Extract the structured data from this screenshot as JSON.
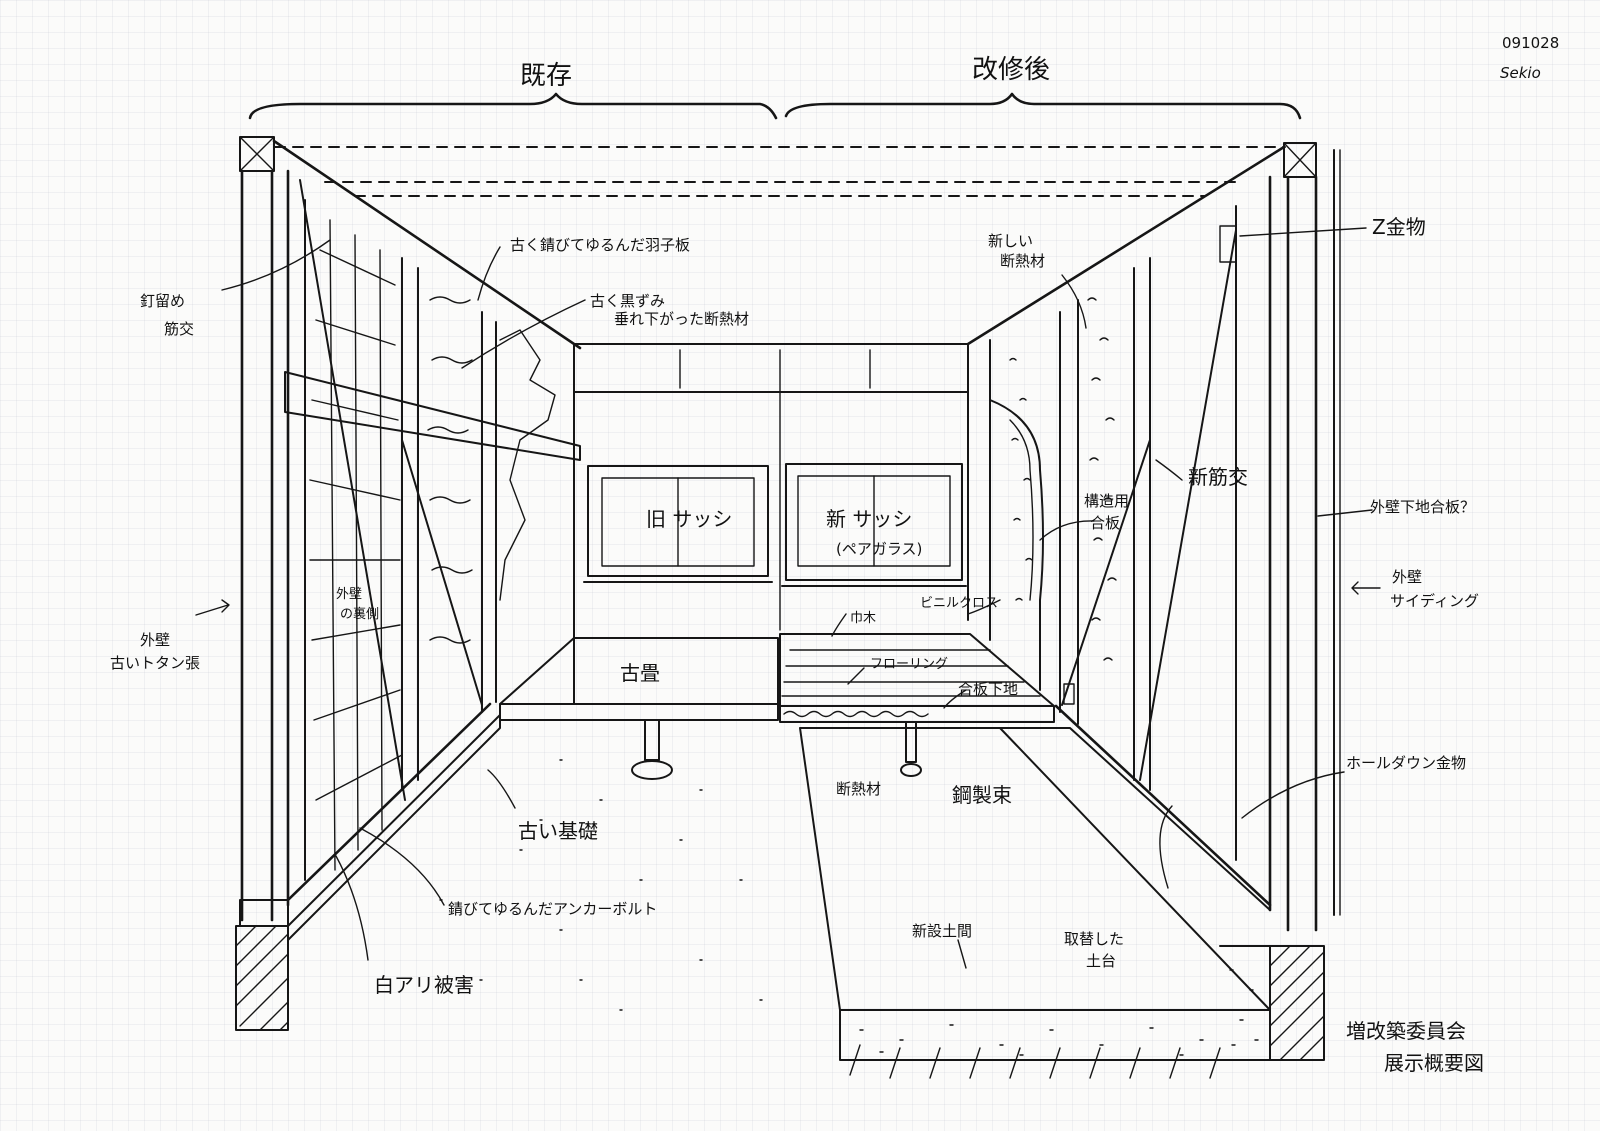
{
  "meta": {
    "date_code": "091028",
    "author": "Sekio"
  },
  "headers": {
    "existing": "既存",
    "renovated": "改修後"
  },
  "labels": {
    "nail_brace": [
      "釘留め",
      "筋交"
    ],
    "old_board": "古く錆びてゆるんだ羽子板",
    "old_insulation": [
      "古く黒ずみ",
      "垂れ下がった断熱材"
    ],
    "exterior_wall_old": [
      "外壁",
      "古いトタン張"
    ],
    "wall_back": [
      "外壁",
      "の裏側"
    ],
    "old_sash": "旧 サッシ",
    "new_sash": [
      "新 サッシ",
      "(ペアガラス)"
    ],
    "old_tatami": "古畳",
    "old_foundation": "古い基礎",
    "rusted_anchor": "錆びてゆるんだアンカーボルト",
    "termite": "白アリ被害",
    "z_hardware": "Z金物",
    "new_insulation": [
      "新しい",
      "断熱材"
    ],
    "new_brace": "新筋交",
    "structural_plywood": [
      "構造用",
      "合板"
    ],
    "exterior_base_plywood": "外壁下地合板？",
    "exterior_siding": [
      "外壁",
      "サイディング"
    ],
    "vinyl_cloth": "ビニルクロス",
    "baseboard": "巾木",
    "flooring": "フローリング",
    "plywood_base": "合板下地",
    "insulation": "断熱材",
    "steel_post": "鋼製束",
    "holdown": "ホールダウン金物",
    "new_earth_floor": "新設土間",
    "replaced_sill": [
      "取替した",
      "土台"
    ],
    "committee": [
      "増改築委員会",
      "展示概要図"
    ]
  }
}
